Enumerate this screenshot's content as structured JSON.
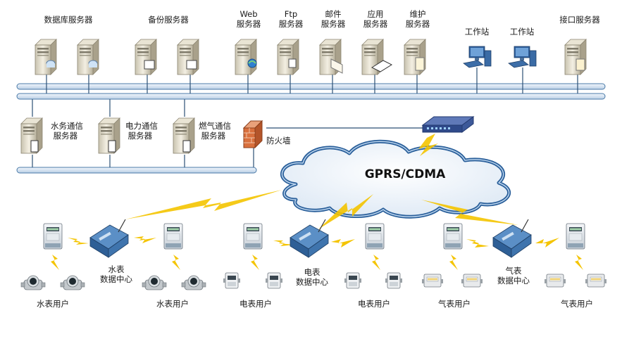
{
  "top_servers": [
    {
      "id": "db1",
      "line1": "数据库服务器",
      "line2": ""
    },
    {
      "id": "backup",
      "line1": "备份服务器",
      "line2": ""
    },
    {
      "id": "web",
      "line1": "Web",
      "line2": "服务器"
    },
    {
      "id": "ftp",
      "line1": "Ftp",
      "line2": "服务器"
    },
    {
      "id": "mail",
      "line1": "邮件",
      "line2": "服务器"
    },
    {
      "id": "app",
      "line1": "应用",
      "line2": "服务器"
    },
    {
      "id": "maint",
      "line1": "维护",
      "line2": "服务器"
    },
    {
      "id": "ws1",
      "line1": "工作站",
      "line2": ""
    },
    {
      "id": "ws2",
      "line1": "工作站",
      "line2": ""
    },
    {
      "id": "iface",
      "line1": "接口服务器",
      "line2": ""
    }
  ],
  "comm_servers": [
    {
      "id": "water",
      "line1": "水务通信",
      "line2": "服务器"
    },
    {
      "id": "power",
      "line1": "电力通信",
      "line2": "服务器"
    },
    {
      "id": "gas",
      "line1": "燃气通信",
      "line2": "服务器"
    }
  ],
  "firewall_label": "防火墙",
  "cloud_label": "GPRS/CDMA",
  "data_centers": [
    {
      "id": "water",
      "line1": "水表",
      "line2": "数据中心"
    },
    {
      "id": "power",
      "line1": "电表",
      "line2": "数据中心"
    },
    {
      "id": "gas",
      "line1": "气表",
      "line2": "数据中心"
    }
  ],
  "user_labels": [
    "水表用户",
    "水表用户",
    "电表用户",
    "电表用户",
    "气表用户",
    "气表用户"
  ],
  "colors": {
    "bus": "#3a6fa0",
    "bus_fill": "#dce8f4",
    "bolt": "#f2c200",
    "cloud_edge": "#2a5f9a"
  }
}
